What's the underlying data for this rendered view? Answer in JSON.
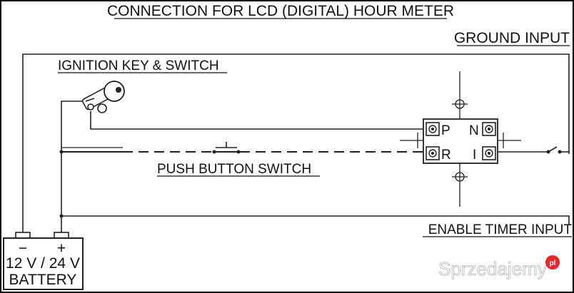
{
  "title": "CONNECTION FOR LCD (DIGITAL) HOUR METER",
  "labels": {
    "ground_input": "GROUND INPUT",
    "ignition": "IGNITION KEY & SWITCH",
    "push_button": "PUSH BUTTON SWITCH",
    "enable_timer": "ENABLE TIMER INPUT"
  },
  "battery": {
    "minus": "−",
    "plus": "+",
    "voltage": "12 V / 24 V",
    "name": "BATTERY"
  },
  "meter_terminals": {
    "p": "P",
    "n": "N",
    "r": "R",
    "i": "I"
  },
  "watermark": {
    "text": "Sprzedajemy",
    "badge": "pl"
  },
  "colors": {
    "line": "#222222",
    "text": "#111111",
    "border": "#000000",
    "watermark_badge": "#e8262b"
  }
}
